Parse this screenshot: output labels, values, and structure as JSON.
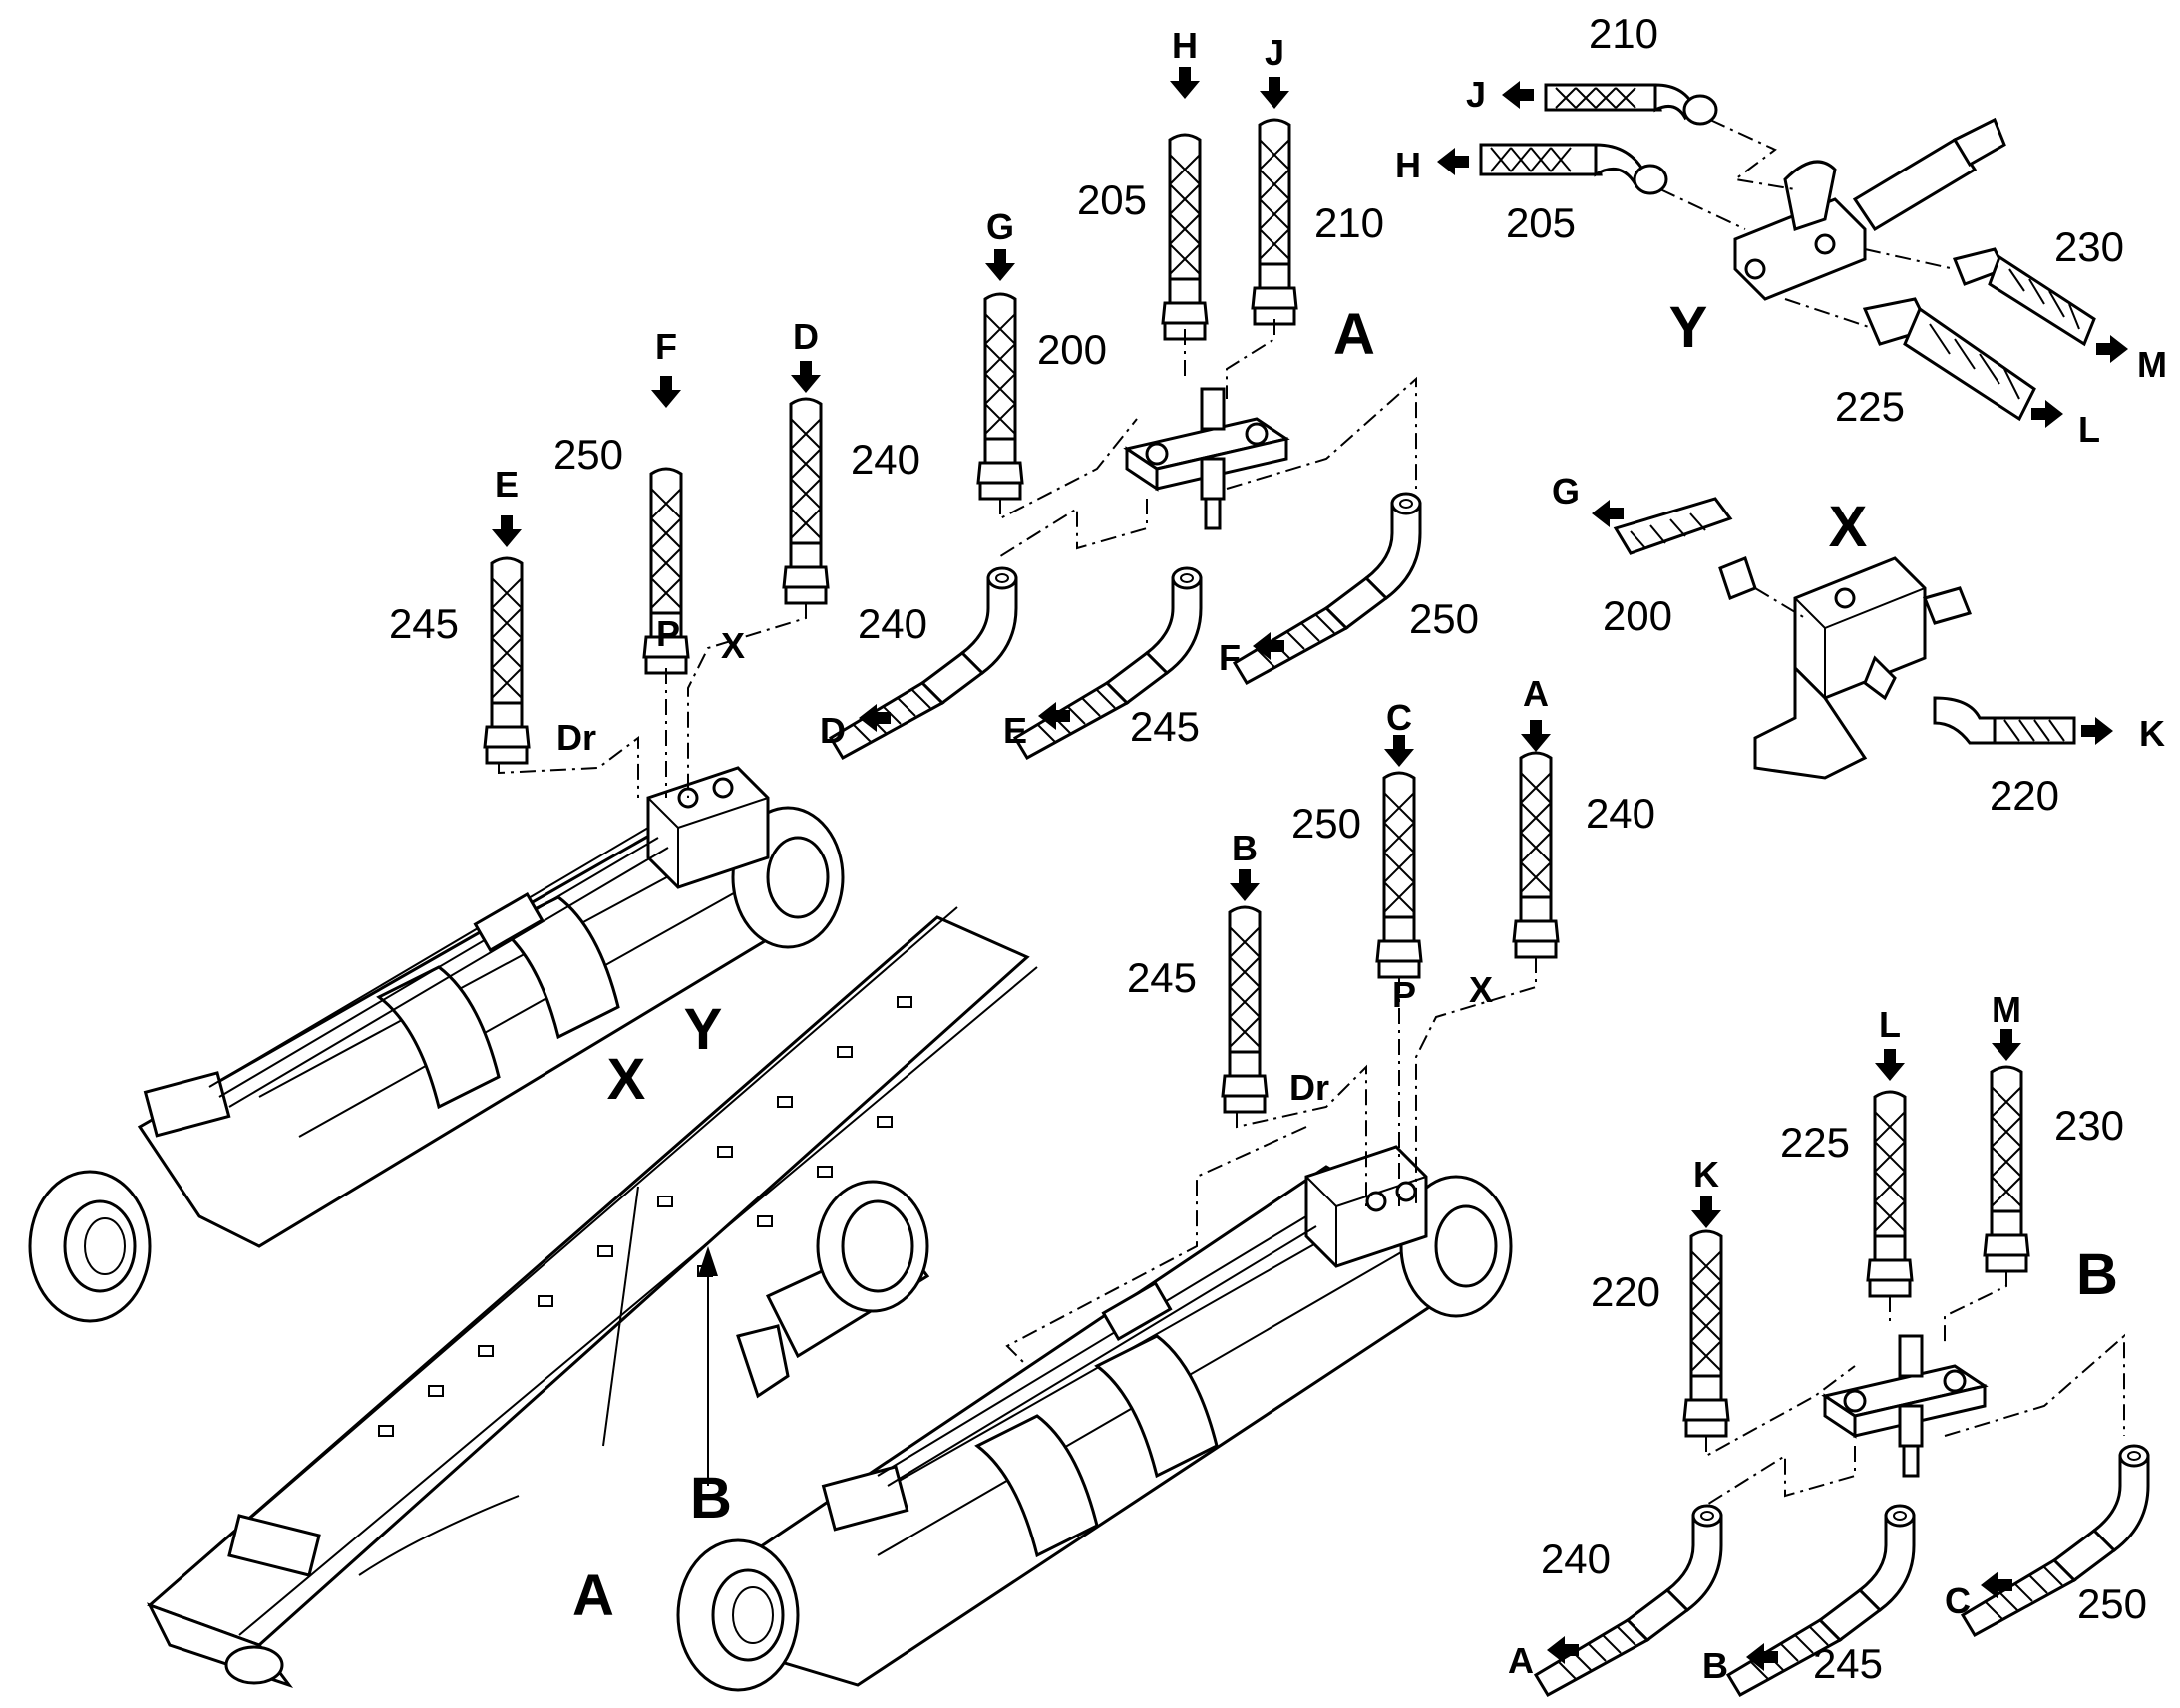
{
  "callouts": {
    "topleft": {
      "E": "E",
      "F": "F",
      "D": "D",
      "n245": "245",
      "n250": "250",
      "n240": "240",
      "P": "P",
      "X": "X",
      "Dr": "Dr"
    },
    "detailA": {
      "title": "A",
      "G": "G",
      "H": "H",
      "J": "J",
      "n200": "200",
      "n205": "205",
      "n210": "210",
      "n240": "240",
      "n245": "245",
      "n250": "250",
      "D": "D",
      "E": "E",
      "F": "F"
    },
    "detailY": {
      "title": "Y",
      "J": "J",
      "H": "H",
      "M": "M",
      "L": "L",
      "n210": "210",
      "n205": "205",
      "n230": "230",
      "n225": "225"
    },
    "detailX": {
      "title": "X",
      "G": "G",
      "K": "K",
      "n200": "200",
      "n220": "220"
    },
    "center": {
      "A": "A",
      "B": "B",
      "C": "C",
      "n245": "245",
      "n250": "250",
      "n240": "240",
      "P": "P",
      "X": "X",
      "Dr": "Dr"
    },
    "boom": {
      "X": "X",
      "Y": "Y",
      "A": "A",
      "B": "B"
    },
    "detailB": {
      "title": "B",
      "K": "K",
      "L": "L",
      "M": "M",
      "n220": "220",
      "n225": "225",
      "n230": "230",
      "n240": "240",
      "n245": "245",
      "n250": "250",
      "A": "A",
      "B": "B",
      "C": "C"
    }
  },
  "icons": [
    "arrow-down-icon",
    "arrow-left-icon",
    "hose-icon",
    "valve-block-icon",
    "hydraulic-cylinder-icon",
    "boom-arm-icon"
  ]
}
